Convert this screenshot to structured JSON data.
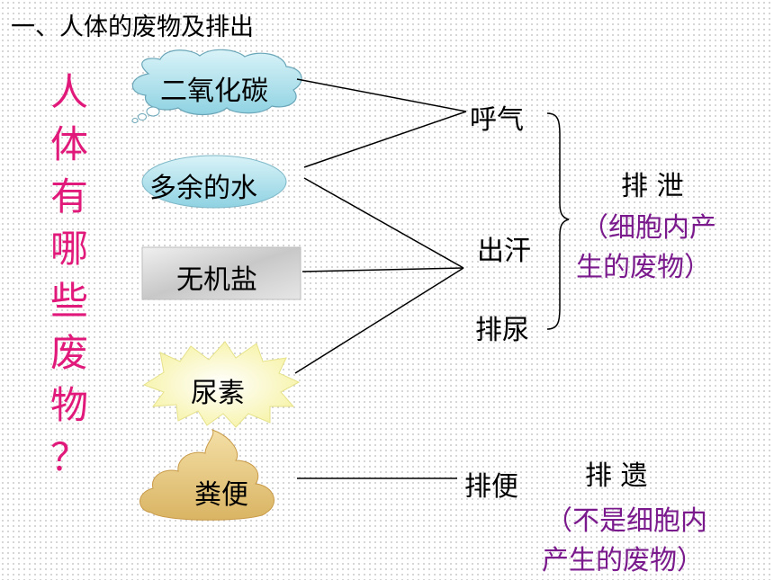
{
  "title": "一、人体的废物及排出",
  "question": [
    "人",
    "体",
    "有",
    "哪",
    "些",
    "废",
    "物",
    "？"
  ],
  "waste": {
    "co2": "二氧化碳",
    "water": "多余的水",
    "salt": "无机盐",
    "urea": "尿素",
    "feces": "粪便"
  },
  "routes": {
    "breath": "呼气",
    "sweat": "出汗",
    "urine": "排尿",
    "defecate": "排便"
  },
  "excretion": {
    "label": "排 泄",
    "note_line1": "（细胞内产",
    "note_line2": "生的废物）"
  },
  "egestion": {
    "label": "排 遗",
    "note_line1": "（不是细胞内",
    "note_line2": "产生的废物）"
  },
  "colors": {
    "question": "#e0197a",
    "note": "#7a1a8c"
  }
}
